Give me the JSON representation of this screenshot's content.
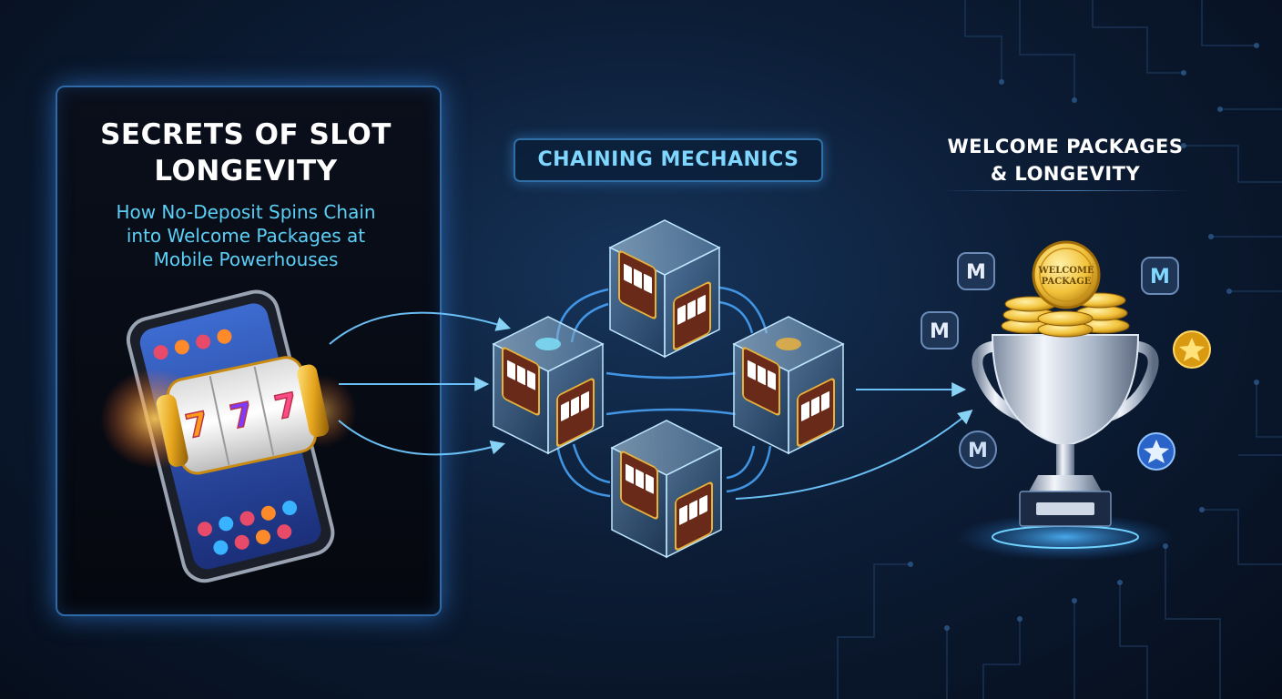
{
  "panel": {
    "title_line1": "SECRETS OF SLOT",
    "title_line2": "LONGEVITY",
    "subtitle_line1": "How No-Deposit Spins Chain",
    "subtitle_line2": "into Welcome Packages at",
    "subtitle_line3": "Mobile Powerhouses"
  },
  "center": {
    "label": "CHAINING MECHANICS"
  },
  "right": {
    "title_line1": "WELCOME PACKAGES",
    "title_line2": "& LONGEVITY",
    "coin_line1": "WELCOME",
    "coin_line2": "PACKAGE"
  },
  "slot_symbol": "7",
  "icons": [
    "phone-slot-icon",
    "slot-machine-cube-icon",
    "trophy-icon",
    "gold-coin-icon",
    "m-badge-icon",
    "star-badge-icon"
  ],
  "colors": {
    "accent_cyan": "#5ccff6",
    "glow_blue": "#2e6aa8",
    "gold": "#f2c23a",
    "background": "#0c1d36"
  }
}
